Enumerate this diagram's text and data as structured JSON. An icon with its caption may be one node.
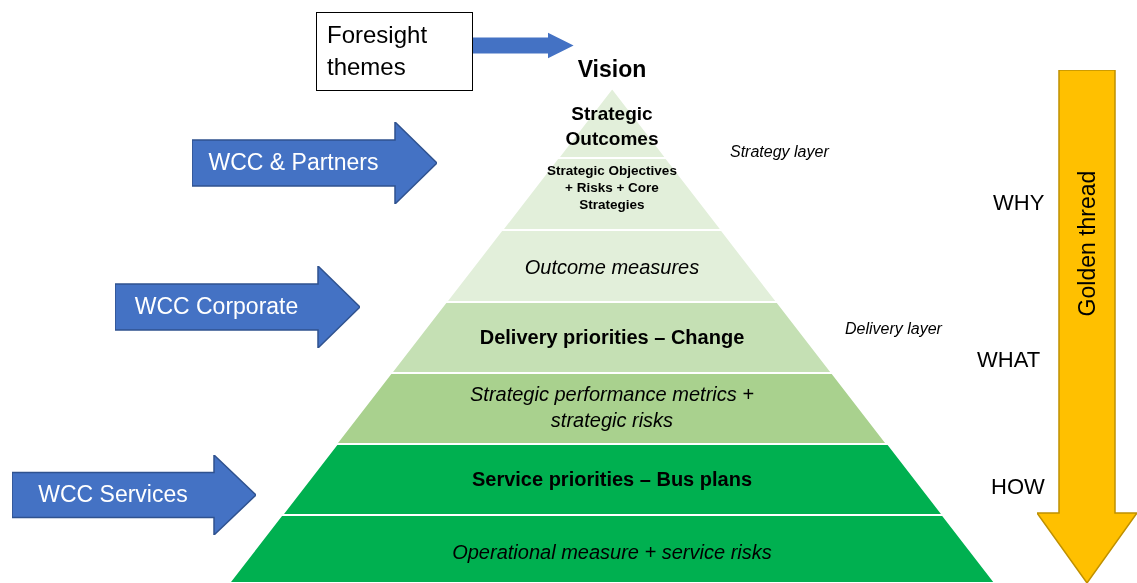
{
  "diagram": {
    "nodes": [
      {
        "text": [
          "Foresight themes"
        ]
      },
      {
        "text": [
          "Vision"
        ]
      },
      {
        "text": [
          "Strategic Outcomes"
        ]
      },
      {
        "text": [
          "WCC & Partners"
        ]
      },
      {
        "text": [
          "Strategic Objectives + Risks + Core Strategies"
        ]
      },
      {
        "text": [
          "Outcome measures"
        ]
      },
      {
        "text": [
          "WCC Corporate"
        ]
      },
      {
        "text": [
          "Delivery priorities – Change"
        ]
      },
      {
        "text": [
          "Strategic performance metrics + strategic risks"
        ]
      },
      {
        "text": [
          "WCC Services"
        ]
      },
      {
        "text": [
          "Service priorities – Bus plans"
        ]
      },
      {
        "text": [
          "Operational measure + service risks"
        ]
      },
      {
        "text": [
          "Golden thread"
        ]
      }
    ],
    "edges": [
      {
        "from": 0,
        "to": 1,
        "arrow": "to"
      }
    ],
    "labels": [
      "Strategy layer",
      "WHY",
      "Delivery layer",
      "WHAT",
      "HOW"
    ]
  }
}
